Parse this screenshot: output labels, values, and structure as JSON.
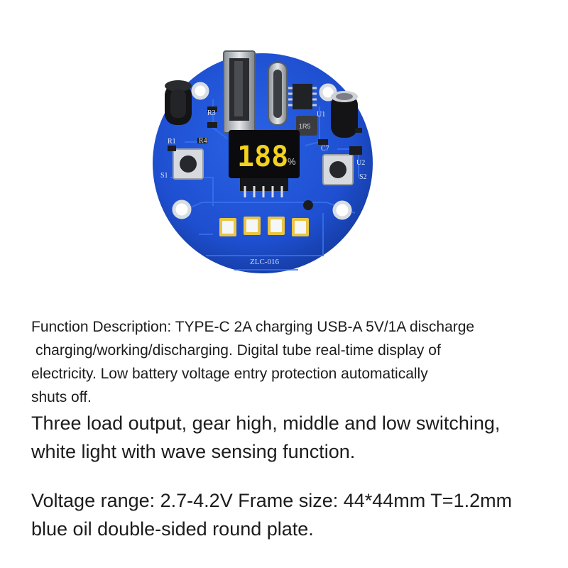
{
  "board": {
    "display": {
      "digits": "188",
      "unit": "%"
    },
    "silkscreen": {
      "model": "ZLC-016",
      "switch_left": "S1",
      "switch_right": "S2",
      "r1": "R1",
      "r3": "R3",
      "r4": "R4",
      "u1": "U1",
      "u2": "U2",
      "c7": "C7",
      "inductor": "1R5"
    }
  },
  "colors": {
    "pcb": "#1e4fd0",
    "pcb_dark": "#16389a",
    "display_digits": "#f5d21c",
    "led": "#f4f6f8"
  },
  "description": {
    "line1": "Function Description: TYPE-C 2A charging USB-A 5V/1A discharge",
    "line2": "charging/working/discharging. Digital tube real-time display of",
    "line3": "electricity. Low battery voltage entry protection automatically",
    "line4": "shuts off."
  },
  "features": {
    "line1": "Three load output, gear high, middle and low switching,",
    "line2": "white light with wave sensing function."
  },
  "specs": {
    "line1": "Voltage range: 2.7-4.2V Frame size: 44*44mm T=1.2mm",
    "line2": "blue oil double-sided round plate."
  }
}
